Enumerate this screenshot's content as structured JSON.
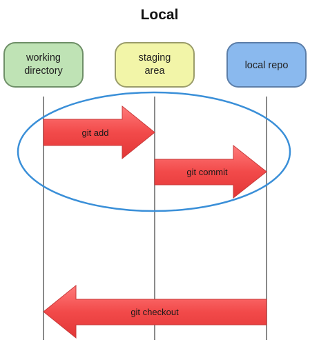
{
  "title": "Local",
  "nodes": [
    {
      "id": "working-directory",
      "lines": [
        "working",
        "directory"
      ],
      "fill": "#bfe3b5",
      "stroke": "#6e8f67"
    },
    {
      "id": "staging-area",
      "lines": [
        "staging",
        "area"
      ],
      "fill": "#f2f5a8",
      "stroke": "#9a9c6a"
    },
    {
      "id": "local-repo",
      "lines": [
        "local repo"
      ],
      "fill": "#8ab9ee",
      "stroke": "#5c7ea8"
    }
  ],
  "arrows": [
    {
      "id": "git-add",
      "label": "git add",
      "from": "working-directory",
      "to": "staging-area"
    },
    {
      "id": "git-commit",
      "label": "git commit",
      "from": "staging-area",
      "to": "local-repo"
    },
    {
      "id": "git-checkout",
      "label": "git checkout",
      "from": "local-repo",
      "to": "working-directory"
    }
  ],
  "colors": {
    "arrow_fill": "#f24a4a",
    "arrow_stroke": "#c73a3a",
    "lifeline": "#8a8a8a",
    "highlight_ellipse": "#3a8fd8"
  }
}
